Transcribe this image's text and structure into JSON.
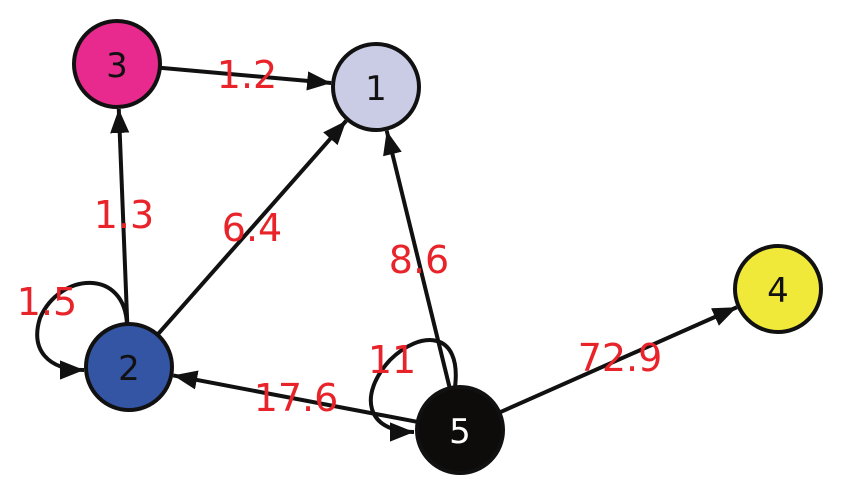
{
  "nodes": [
    {
      "id": "1",
      "label": "1",
      "fill": "#cacbe4",
      "text_color": "#111111"
    },
    {
      "id": "2",
      "label": "2",
      "fill": "#3454a4",
      "text_color": "#111111"
    },
    {
      "id": "3",
      "label": "3",
      "fill": "#e8298e",
      "text_color": "#111111"
    },
    {
      "id": "4",
      "label": "4",
      "fill": "#f0e93a",
      "text_color": "#111111"
    },
    {
      "id": "5",
      "label": "5",
      "fill": "#0e0c0b",
      "text_color": "#ffffff"
    }
  ],
  "edges": [
    {
      "from": "3",
      "to": "1",
      "weight": "1.2"
    },
    {
      "from": "2",
      "to": "3",
      "weight": "1.3"
    },
    {
      "from": "2",
      "to": "1",
      "weight": "6.4"
    },
    {
      "from": "5",
      "to": "1",
      "weight": "8.6"
    },
    {
      "from": "2",
      "to": "2",
      "weight": "1.5"
    },
    {
      "from": "5",
      "to": "5",
      "weight": "11"
    },
    {
      "from": "5",
      "to": "2",
      "weight": "17.6"
    },
    {
      "from": "5",
      "to": "4",
      "weight": "72.9"
    }
  ],
  "colors": {
    "edge": "#111111",
    "weight_label": "#e8242a",
    "node_stroke": "#111111"
  }
}
